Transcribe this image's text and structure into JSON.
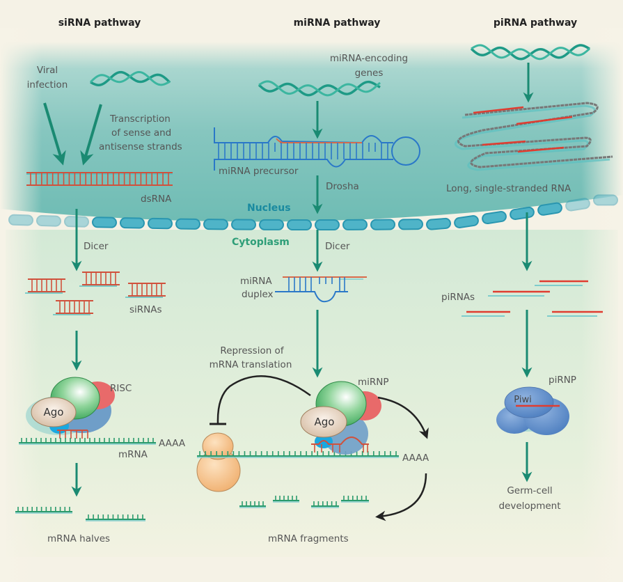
{
  "figure": {
    "columns": [
      {
        "id": "sirna",
        "title": "siRNA pathway"
      },
      {
        "id": "mirna",
        "title": "miRNA pathway"
      },
      {
        "id": "pirna",
        "title": "piRNA pathway"
      }
    ],
    "compartments": {
      "nucleus": "Nucleus",
      "cytoplasm": "Cytoplasm"
    },
    "colors": {
      "arrow": "#1a8a72",
      "rna_red": "#d0513c",
      "rna_blue": "#2a78c8",
      "mrna_green": "#2a9a6c",
      "nucleus_fill": "#7fc4bc",
      "cytoplasm_fill": "#e2efd9",
      "membrane": "#3aa8c0"
    },
    "sirna": {
      "viral_infection": [
        "Viral",
        "infection"
      ],
      "transcription": [
        "Transcription",
        "of sense and",
        "antisense strands"
      ],
      "dsrna": "dsRNA",
      "dicer": "Dicer",
      "sirnas": "siRNAs",
      "risc": "RISC",
      "ago": "Ago",
      "polya": "AAAA",
      "mrna": "mRNA",
      "mrna_halves": "mRNA halves"
    },
    "mirna": {
      "genes": [
        "miRNA-encoding",
        "genes"
      ],
      "precursor": "miRNA precursor",
      "drosha": "Drosha",
      "dicer": "Dicer",
      "duplex": [
        "miRNA",
        "duplex"
      ],
      "repression": [
        "Repression of",
        "mRNA translation"
      ],
      "mirnp": "miRNP",
      "ago": "Ago",
      "polya": "AAAA",
      "fragments": "mRNA fragments"
    },
    "pirna": {
      "long_rna": "Long, single-stranded RNA",
      "pirnas": "piRNAs",
      "pirnp": "piRNP",
      "piwi": "Piwi",
      "germ_cell": [
        "Germ-cell",
        "development"
      ]
    }
  }
}
